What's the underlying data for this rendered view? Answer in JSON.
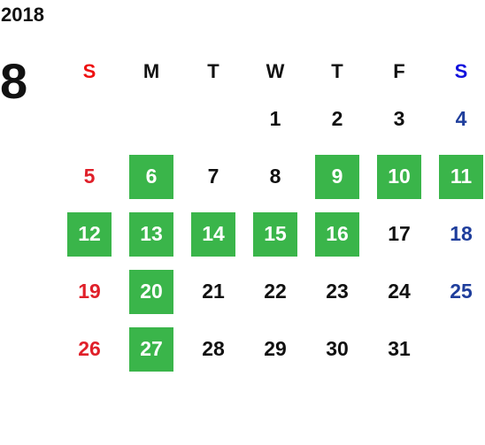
{
  "calendar": {
    "year": "2018",
    "month": "8",
    "weekdays": [
      "S",
      "M",
      "T",
      "W",
      "T",
      "F",
      "S"
    ],
    "days": [
      "",
      "",
      "",
      "1",
      "2",
      "3",
      "4",
      "5",
      "6",
      "7",
      "8",
      "9",
      "10",
      "11",
      "12",
      "13",
      "14",
      "15",
      "16",
      "17",
      "18",
      "19",
      "20",
      "21",
      "22",
      "23",
      "24",
      "25",
      "26",
      "27",
      "28",
      "29",
      "30",
      "31",
      ""
    ],
    "highlighted_days": [
      "6",
      "9",
      "10",
      "11",
      "12",
      "13",
      "14",
      "15",
      "16",
      "20",
      "27"
    ],
    "colors": {
      "highlight": "#3ab54a",
      "sunday_header": "#ee1111",
      "saturday_header": "#1111dd",
      "sunday": "#e0202a",
      "saturday": "#1f3e9c"
    }
  }
}
